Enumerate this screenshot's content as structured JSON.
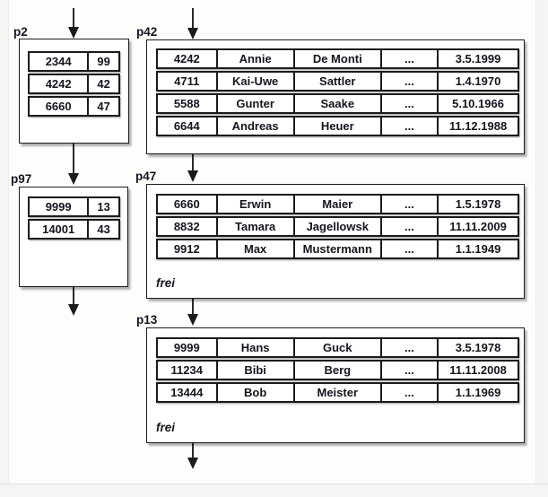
{
  "pages": [
    {
      "label": "p2",
      "kind": "index",
      "rows": [
        [
          "2344",
          "99"
        ],
        [
          "4242",
          "42"
        ],
        [
          "6660",
          "47"
        ]
      ]
    },
    {
      "label": "p42",
      "kind": "data",
      "rows": [
        [
          "4242",
          "Annie",
          "De Monti",
          "...",
          "3.5.1999"
        ],
        [
          "4711",
          "Kai-Uwe",
          "Sattler",
          "...",
          "1.4.1970"
        ],
        [
          "5588",
          "Gunter",
          "Saake",
          "...",
          "5.10.1966"
        ],
        [
          "6644",
          "Andreas",
          "Heuer",
          "...",
          "11.12.1988"
        ]
      ]
    },
    {
      "label": "p97",
      "kind": "index",
      "rows": [
        [
          "9999",
          "13"
        ],
        [
          "14001",
          "43"
        ]
      ]
    },
    {
      "label": "p47",
      "kind": "data",
      "rows": [
        [
          "6660",
          "Erwin",
          "Maier",
          "...",
          "1.5.1978"
        ],
        [
          "8832",
          "Tamara",
          "Jagellowsk",
          "...",
          "11.11.2009"
        ],
        [
          "9912",
          "Max",
          "Mustermann",
          "...",
          "1.1.1949"
        ]
      ],
      "free_label": "frei"
    },
    {
      "label": "p13",
      "kind": "data",
      "rows": [
        [
          "9999",
          "Hans",
          "Guck",
          "...",
          "3.5.1978"
        ],
        [
          "11234",
          "Bibi",
          "Berg",
          "...",
          "11.11.2008"
        ],
        [
          "13444",
          "Bob",
          "Meister",
          "...",
          "1.1.1969"
        ]
      ],
      "free_label": "frei"
    }
  ],
  "colors": {
    "border": "#1b1b1b",
    "text": "#15151e",
    "box_background": "#ffffff",
    "slide_background": "#fdfdfc",
    "margin_background": "#f5f5f3"
  }
}
